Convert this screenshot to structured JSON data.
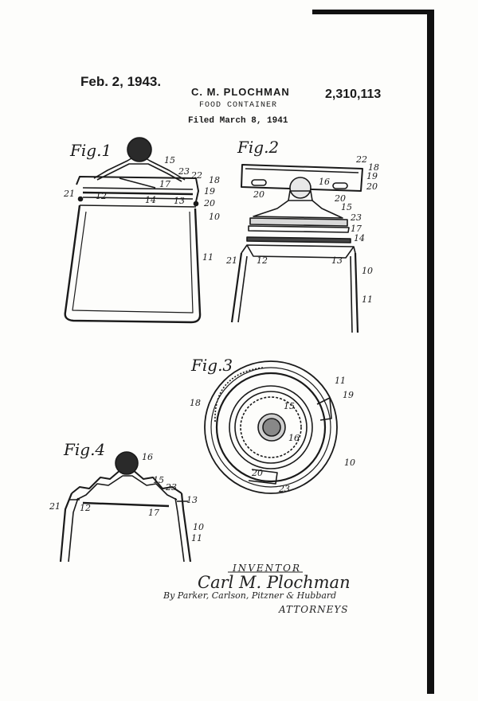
{
  "header": {
    "date": "Feb. 2, 1943.",
    "inventor": "C. M. PLOCHMAN",
    "patent_number": "2,310,113",
    "title": "FOOD CONTAINER",
    "filed": "Filed March 8, 1941"
  },
  "figures": {
    "fig1": {
      "label": "Fig.1",
      "refs": {
        "r15": "15",
        "r23": "23",
        "r22": "22",
        "r18": "18",
        "r17": "17",
        "r21": "21",
        "r12": "12",
        "r14": "14",
        "r13": "13",
        "r19": "19",
        "r20": "20",
        "r10": "10",
        "r11": "11"
      }
    },
    "fig2": {
      "label": "Fig.2",
      "refs": {
        "r22": "22",
        "r18": "18",
        "r16": "16",
        "r19": "19",
        "r20a": "20",
        "r20b": "20",
        "r15": "15",
        "r23": "23",
        "r17": "17",
        "r14": "14",
        "r21": "21",
        "r12": "12",
        "r13": "13",
        "r10": "10",
        "r11": "11"
      }
    },
    "fig3": {
      "label": "Fig.3",
      "refs": {
        "r11": "11",
        "r19": "19",
        "r18": "18",
        "r15": "15",
        "r16": "16",
        "r20": "20",
        "r23": "23",
        "r10": "10"
      }
    },
    "fig4": {
      "label": "Fig.4",
      "refs": {
        "r16": "16",
        "r15": "15",
        "r23": "23",
        "r21": "21",
        "r12": "12",
        "r17": "17",
        "r13": "13",
        "r10": "10",
        "r11": "11"
      }
    }
  },
  "signature": {
    "inventor_label": "INVENTOR",
    "name": "Carl M. Plochman",
    "by": "By Parker, Carlson, Pitzner & Hubbard",
    "attorneys": "ATTORNEYS"
  }
}
